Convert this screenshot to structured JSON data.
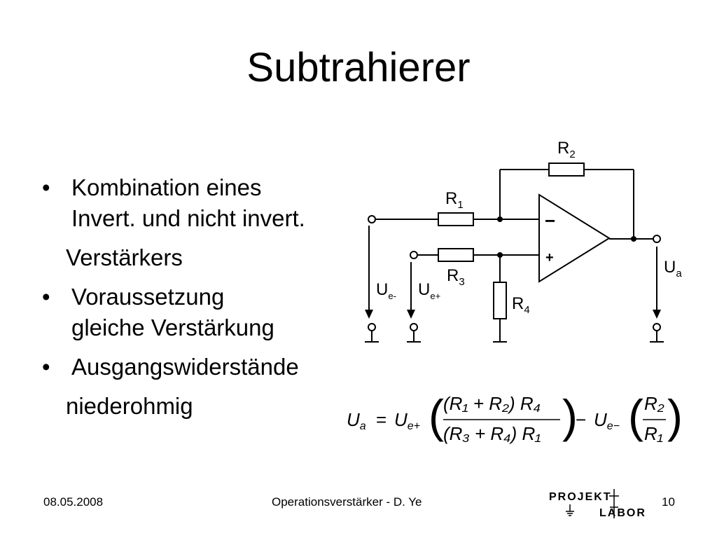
{
  "slide": {
    "title": "Subtrahierer",
    "bullets": [
      {
        "lines": [
          "Kombination eines",
          "Invert. und nicht invert."
        ],
        "continuation": "Verstärkers"
      },
      {
        "lines": [
          "Voraussetzung",
          "gleiche Verstärkung"
        ],
        "continuation": ""
      },
      {
        "lines": [
          "Ausgangswiderstände"
        ],
        "continuation": "niederohmig"
      }
    ],
    "bullet_symbol": "•"
  },
  "circuit": {
    "labels": {
      "r1": "R",
      "r1_sub": "1",
      "r2": "R",
      "r2_sub": "2",
      "r3": "R",
      "r3_sub": "3",
      "r4": "R",
      "r4_sub": "4",
      "minus": "−",
      "plus": "+",
      "ue_minus": "U",
      "ue_minus_sub": "e-",
      "ue_plus": "U",
      "ue_plus_sub": "e+",
      "ua": "U",
      "ua_sub": "a"
    }
  },
  "formula": {
    "lhs": "U",
    "lhs_sub": "a",
    "eq": "=",
    "ue_plus": "U",
    "ue_plus_sub": "e+",
    "num": "(R₁ + R₂) R₄",
    "den": "(R₃ + R₄) R₁",
    "minus": "−",
    "ue_minus": "U",
    "ue_minus_sub": "e−",
    "num2": "R₂",
    "den2": "R₁"
  },
  "footer": {
    "date": "08.05.2008",
    "center": "Operationsverstärker - D. Ye",
    "page": "10",
    "logo_top": "PROJEKT",
    "logo_bottom": "LABOR"
  }
}
